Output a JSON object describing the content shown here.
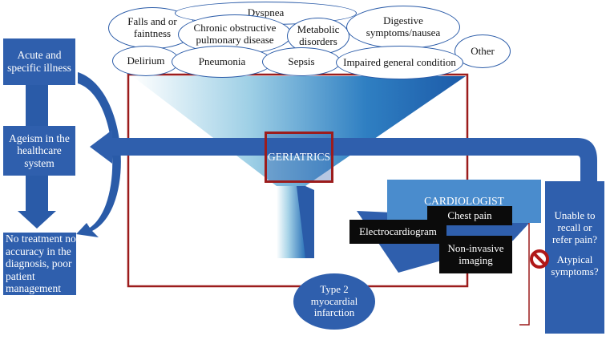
{
  "colors": {
    "dark_blue": "#2a5ba8",
    "medium_blue": "#3b6fb6",
    "light_blue": "#4f8fcf",
    "dark_red": "#9c1c1c",
    "black": "#0b0b0b",
    "white": "#ffffff"
  },
  "conditions": [
    "Falls and or faintness",
    "Dyspnea",
    "Chronic obstructive pulmonary disease",
    "Metabolic disorders",
    "Digestive symptoms/nausea",
    "Other",
    "Delirium",
    "Pneumonia",
    "Sepsis",
    "Impaired general condition"
  ],
  "left_column": {
    "acute_illness": "Acute and specific illness",
    "ageism": "Ageism in the healthcare system",
    "no_treatment": "No treatment no accuracy in the diagnosis, poor patient management"
  },
  "center": {
    "geriatrics": "GERIATRICS",
    "cardiologist": "CARDIOLOGIST",
    "outcome": "Type 2 myocardial infarction"
  },
  "tests": {
    "chest_pain": "Chest pain",
    "ecg": "Electrocardiogram",
    "imaging": "Non-invasive imaging"
  },
  "right_box": {
    "question1": "Unable to recall or refer pain?",
    "question2": "Atypical symptoms?"
  },
  "icons": {
    "no_entry": "prohibition-icon"
  }
}
